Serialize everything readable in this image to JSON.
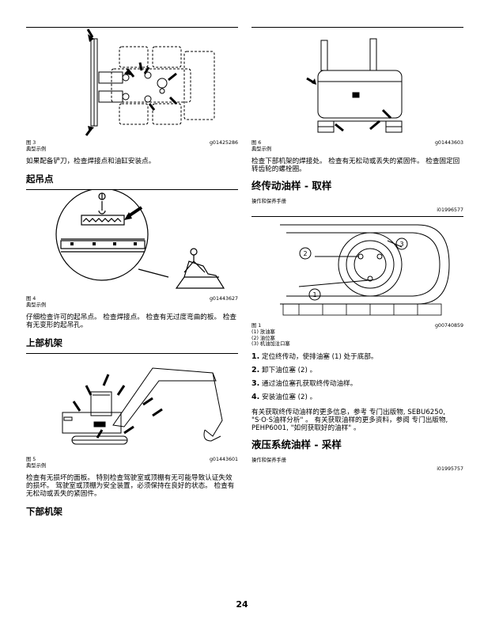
{
  "page_number": "24",
  "left": {
    "fig3": {
      "label": "图 3",
      "id": "g01425286",
      "sub": "典型示例"
    },
    "para1": "如果配备铲刀，检查焊接点和油缸安装点。",
    "h_lift": "起吊点",
    "fig4": {
      "label": "图 4",
      "id": "g01443627",
      "sub": "典型示例"
    },
    "para2": "仔细检查许可的起吊点。 检查焊接点。 检查有无过度弯曲的板。 检查有无变形的起吊孔。",
    "h_upper": "上部机架",
    "fig5": {
      "label": "图 5",
      "id": "g01443601",
      "sub": "典型示例"
    },
    "para3": "检查有无损坏的面板。 特别检查驾驶室或顶棚有无可能导致认证失效的损坏。 驾驶室或顶棚为安全装置，必须保持在良好的状态。 检查有无松动或丢失的紧固件。",
    "h_lower": "下部机架"
  },
  "right": {
    "fig6": {
      "label": "图 6",
      "id": "g01443603",
      "sub": "典型示例"
    },
    "para1": "检查下部机架的焊接处。 检查有无松动或丢失的紧固件。 检查固定回转齿轮的螺栓圈。",
    "h_final": "终传动油样 - 取样",
    "manual1": "操作和保养手册",
    "id1": "i01996577",
    "fig1": {
      "label": "图 1",
      "id": "g00740859",
      "legend": [
        "(1) 放油塞",
        "(2) 油位塞",
        "(3) 机油加注口塞"
      ],
      "callouts": [
        "1",
        "2",
        "3"
      ]
    },
    "steps": [
      {
        "num": "1.",
        "text": "定位终传动，使排油塞 (1) 处于底部。"
      },
      {
        "num": "2.",
        "text": "卸下油位塞 (2) 。"
      },
      {
        "num": "3.",
        "text": "通过油位塞孔获取终传动油样。"
      },
      {
        "num": "4.",
        "text": "安装油位塞 (2) 。"
      }
    ],
    "para2": "有关获取终传动油样的更多信息，参考 专门出版物, SEBU6250, \"S·O·S油样分析\" 。 有关获取油样的更多资料，参阅 专门出版物, PEHP6001, \"如何获取好的油样\" 。",
    "h_hyd": "液压系统油样 - 采样",
    "manual2": "操作和保养手册",
    "id2": "i01995757"
  }
}
